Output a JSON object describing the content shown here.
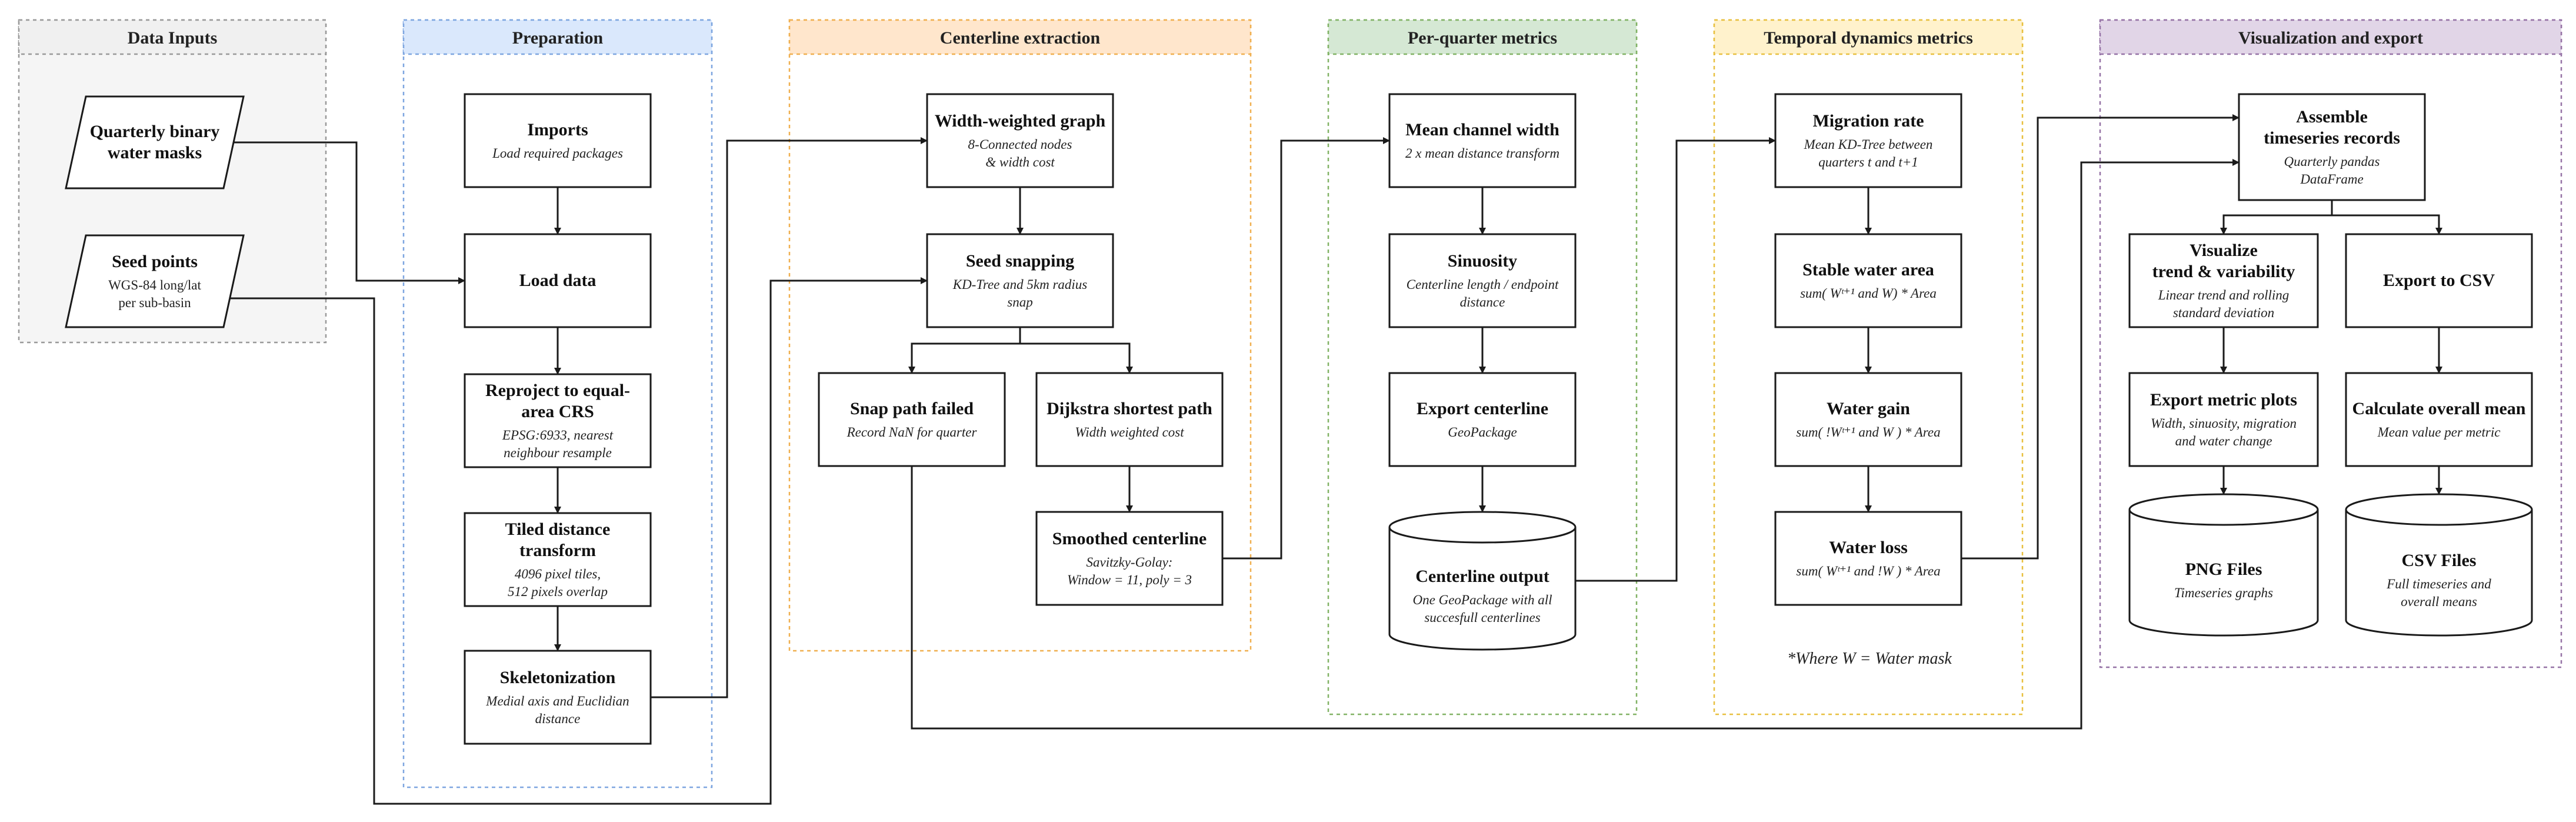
{
  "lanes": [
    {
      "id": "inputs",
      "title": "Data Inputs",
      "fill": "#f5f5f5",
      "stroke": "#9a9a9a",
      "header": "#f0f0f0"
    },
    {
      "id": "prep",
      "title": "Preparation",
      "fill": "#ffffff",
      "stroke": "#7ea6e0",
      "header": "#dae8fc"
    },
    {
      "id": "center",
      "title": "Centerline extraction",
      "fill": "#ffffff",
      "stroke": "#f0b050",
      "header": "#ffe6cc"
    },
    {
      "id": "perq",
      "title": "Per-quarter metrics",
      "fill": "#ffffff",
      "stroke": "#82b366",
      "header": "#d5e8d4"
    },
    {
      "id": "temporal",
      "title": "Temporal dynamics metrics",
      "fill": "#ffffff",
      "stroke": "#e8c040",
      "header": "#fff2cc"
    },
    {
      "id": "viz",
      "title": "Visualization and export",
      "fill": "#ffffff",
      "stroke": "#9673a6",
      "header": "#e1d5e7"
    }
  ],
  "nodes": [
    {
      "id": "n_masks",
      "shape": "parallelogram",
      "title": [
        "Quarterly binary",
        "water masks"
      ],
      "sub": [],
      "subStyle": "italic"
    },
    {
      "id": "n_seeds",
      "shape": "parallelogram",
      "title": [
        "Seed points"
      ],
      "sub": [
        "WGS-84 long/lat",
        "per sub-basin"
      ],
      "subStyle": "plain"
    },
    {
      "id": "n_imports",
      "shape": "rect",
      "title": [
        "Imports"
      ],
      "sub": [
        "Load required packages"
      ],
      "subStyle": "italic"
    },
    {
      "id": "n_load",
      "shape": "rect",
      "title": [
        "Load data"
      ],
      "sub": [],
      "subStyle": "italic"
    },
    {
      "id": "n_reproject",
      "shape": "rect",
      "title": [
        "Reproject to equal-",
        "area CRS"
      ],
      "sub": [
        "EPSG:6933, nearest",
        "neighbour resample"
      ],
      "subStyle": "italic"
    },
    {
      "id": "n_tiled",
      "shape": "rect",
      "title": [
        "Tiled distance",
        "transform"
      ],
      "sub": [
        "4096 pixel tiles,",
        "512 pixels overlap"
      ],
      "subStyle": "italic"
    },
    {
      "id": "n_skel",
      "shape": "rect",
      "title": [
        "Skeletonization"
      ],
      "sub": [
        "Medial axis and Euclidian",
        "distance"
      ],
      "subStyle": "italic"
    },
    {
      "id": "n_graph",
      "shape": "rect",
      "title": [
        "Width-weighted graph"
      ],
      "sub": [
        "8-Connected nodes",
        "& width cost"
      ],
      "subStyle": "italic"
    },
    {
      "id": "n_snap",
      "shape": "rect",
      "title": [
        "Seed snapping"
      ],
      "sub": [
        "KD-Tree and 5km radius",
        "snap"
      ],
      "subStyle": "italic"
    },
    {
      "id": "n_failed",
      "shape": "rect",
      "title": [
        "Snap path failed"
      ],
      "sub": [
        "Record NaN for quarter"
      ],
      "subStyle": "italic"
    },
    {
      "id": "n_dijkstra",
      "shape": "rect",
      "title": [
        "Dijkstra shortest path"
      ],
      "sub": [
        "Width weighted cost"
      ],
      "subStyle": "italic"
    },
    {
      "id": "n_smooth",
      "shape": "rect",
      "title": [
        "Smoothed centerline"
      ],
      "sub": [
        "Savitzky-Golay:",
        "Window = 11, poly = 3"
      ],
      "subStyle": "italic"
    },
    {
      "id": "n_width",
      "shape": "rect",
      "title": [
        "Mean channel width"
      ],
      "sub": [
        "2 x mean distance transform"
      ],
      "subStyle": "italic"
    },
    {
      "id": "n_sinu",
      "shape": "rect",
      "title": [
        "Sinuosity"
      ],
      "sub": [
        "Centerline length /  endpoint",
        "distance"
      ],
      "subStyle": "italic"
    },
    {
      "id": "n_expcl",
      "shape": "rect",
      "title": [
        "Export centerline"
      ],
      "sub": [
        "GeoPackage"
      ],
      "subStyle": "italic"
    },
    {
      "id": "n_clout",
      "shape": "cylinder",
      "title": [
        "Centerline output"
      ],
      "sub": [
        "One GeoPackage with all",
        "succesfull centerlines"
      ],
      "subStyle": "italic"
    },
    {
      "id": "n_migr",
      "shape": "rect",
      "title": [
        "Migration rate"
      ],
      "sub": [
        "Mean KD-Tree between",
        "quarters t and t+1"
      ],
      "subStyle": "italic"
    },
    {
      "id": "n_stable",
      "shape": "rect",
      "title": [
        "Stable water area"
      ],
      "sub": [
        "sum( Wᵗ⁺¹ and W) * Area"
      ],
      "subStyle": "italic"
    },
    {
      "id": "n_gain",
      "shape": "rect",
      "title": [
        "Water gain"
      ],
      "sub": [
        "sum( !Wᵗ⁺¹ and W ) * Area"
      ],
      "subStyle": "italic"
    },
    {
      "id": "n_loss",
      "shape": "rect",
      "title": [
        "Water loss"
      ],
      "sub": [
        "sum( Wᵗ⁺¹ and !W ) * Area"
      ],
      "subStyle": "italic"
    },
    {
      "id": "n_assemble",
      "shape": "rect",
      "title": [
        "Assemble",
        "timeseries records"
      ],
      "sub": [
        "Quarterly pandas",
        "DataFrame"
      ],
      "subStyle": "italic"
    },
    {
      "id": "n_visual",
      "shape": "rect",
      "title": [
        "Visualize",
        "trend & variability"
      ],
      "sub": [
        "Linear trend and rolling",
        "standard deviation"
      ],
      "subStyle": "italic"
    },
    {
      "id": "n_csvexp",
      "shape": "rect",
      "title": [
        "Export to CSV"
      ],
      "sub": [],
      "subStyle": "italic"
    },
    {
      "id": "n_plots",
      "shape": "rect",
      "title": [
        "Export metric plots"
      ],
      "sub": [
        "Width, sinuosity, migration",
        "and water change"
      ],
      "subStyle": "italic"
    },
    {
      "id": "n_mean",
      "shape": "rect",
      "title": [
        "Calculate overall mean"
      ],
      "sub": [
        "Mean value per metric"
      ],
      "subStyle": "italic"
    },
    {
      "id": "n_png",
      "shape": "cylinder",
      "title": [
        "PNG Files"
      ],
      "sub": [
        "Timeseries graphs"
      ],
      "subStyle": "italic"
    },
    {
      "id": "n_csv",
      "shape": "cylinder",
      "title": [
        "CSV Files"
      ],
      "sub": [
        "Full timeseries and",
        "overall means"
      ],
      "subStyle": "italic"
    }
  ],
  "edges": [
    {
      "from": "n_masks",
      "to": "n_load"
    },
    {
      "from": "n_seeds",
      "to": "n_snap"
    },
    {
      "from": "n_imports",
      "to": "n_load"
    },
    {
      "from": "n_load",
      "to": "n_reproject"
    },
    {
      "from": "n_reproject",
      "to": "n_tiled"
    },
    {
      "from": "n_tiled",
      "to": "n_skel"
    },
    {
      "from": "n_skel",
      "to": "n_graph"
    },
    {
      "from": "n_graph",
      "to": "n_snap"
    },
    {
      "from": "n_snap",
      "to": "n_failed"
    },
    {
      "from": "n_snap",
      "to": "n_dijkstra"
    },
    {
      "from": "n_dijkstra",
      "to": "n_smooth"
    },
    {
      "from": "n_smooth",
      "to": "n_width"
    },
    {
      "from": "n_width",
      "to": "n_sinu"
    },
    {
      "from": "n_sinu",
      "to": "n_expcl"
    },
    {
      "from": "n_expcl",
      "to": "n_clout"
    },
    {
      "from": "n_clout",
      "to": "n_migr"
    },
    {
      "from": "n_migr",
      "to": "n_stable"
    },
    {
      "from": "n_stable",
      "to": "n_gain"
    },
    {
      "from": "n_gain",
      "to": "n_loss"
    },
    {
      "from": "n_loss",
      "to": "n_assemble"
    },
    {
      "from": "n_failed",
      "to": "n_assemble"
    },
    {
      "from": "n_assemble",
      "to": "n_visual"
    },
    {
      "from": "n_assemble",
      "to": "n_csvexp"
    },
    {
      "from": "n_visual",
      "to": "n_plots"
    },
    {
      "from": "n_csvexp",
      "to": "n_mean"
    },
    {
      "from": "n_plots",
      "to": "n_png"
    },
    {
      "from": "n_mean",
      "to": "n_csv"
    }
  ],
  "note": "*Where W = Water mask"
}
